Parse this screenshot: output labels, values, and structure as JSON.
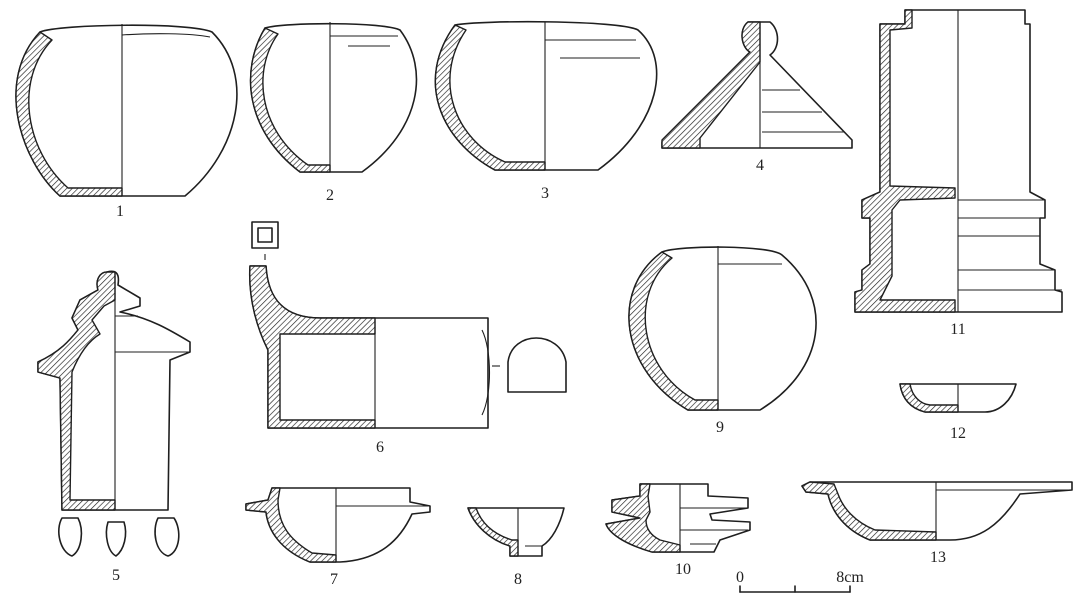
{
  "figure_labels": {
    "v1": "1",
    "v2": "2",
    "v3": "3",
    "v4": "4",
    "v5": "5",
    "v6": "6",
    "v7": "7",
    "v8": "8",
    "v9": "9",
    "v10": "10",
    "v11": "11",
    "v12": "12",
    "v13": "13"
  },
  "scale_bar": {
    "start_label": "0",
    "end_label": "8cm"
  },
  "line_color": "#1f1f1f",
  "background_color": "#ffffff"
}
